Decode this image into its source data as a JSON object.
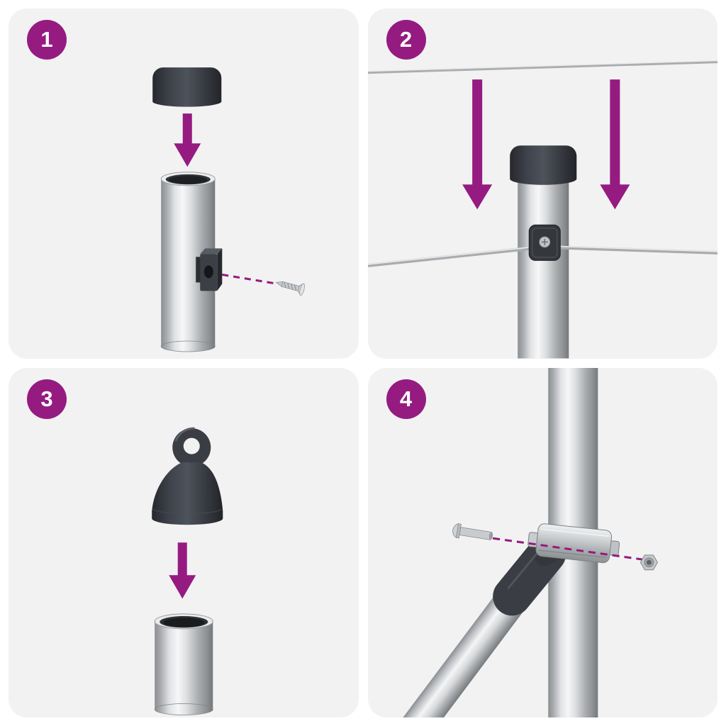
{
  "colors": {
    "accent": "#951B81",
    "panel_bg": "#F2F2F2",
    "canvas_bg": "#FFFFFF",
    "hardware_dark": "#3A3D43",
    "metal_light": "#E8EAEC",
    "metal_dark": "#85888C"
  },
  "steps": [
    {
      "number": "1",
      "illustration": "post-cap-lowered-onto-tube-with-wire-holder-and-screw"
    },
    {
      "number": "2",
      "illustration": "tension-wires-lowered-and-clipped-to-capped-post"
    },
    {
      "number": "3",
      "illustration": "eyelet-cap-lowered-onto-open-tube"
    },
    {
      "number": "4",
      "illustration": "diagonal-brace-clamped-to-post-with-bolt-and-nut"
    }
  ]
}
